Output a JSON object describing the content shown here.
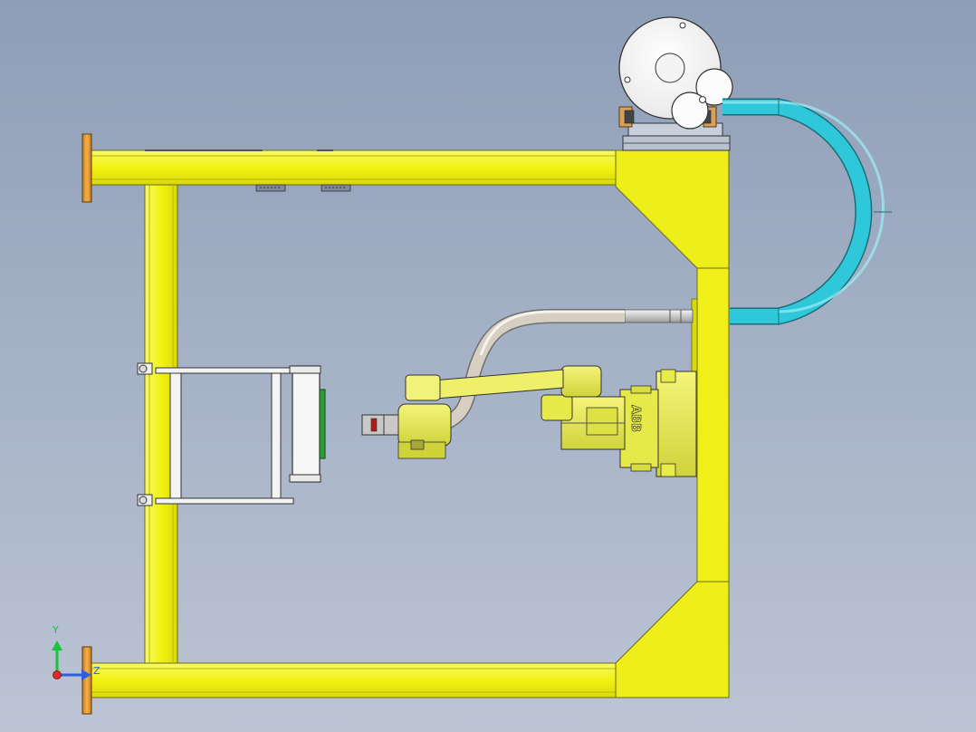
{
  "viewport": {
    "background_top": "#8d9eb7",
    "background_bottom": "#bcc4d4"
  },
  "colors": {
    "frame_yellow": "#f2f20e",
    "robot_yellow": "#e8ec4a",
    "hose_cyan": "#2ec8da",
    "flange_orange": "#e9a23b",
    "tool_green": "#2f9a3a",
    "axis_y": "#18c43a",
    "axis_z": "#2f5fe0",
    "axis_x": "#e02a2a"
  },
  "robot": {
    "brand": "ABB"
  },
  "triad": {
    "y_label": "Y",
    "z_label": "Z"
  }
}
